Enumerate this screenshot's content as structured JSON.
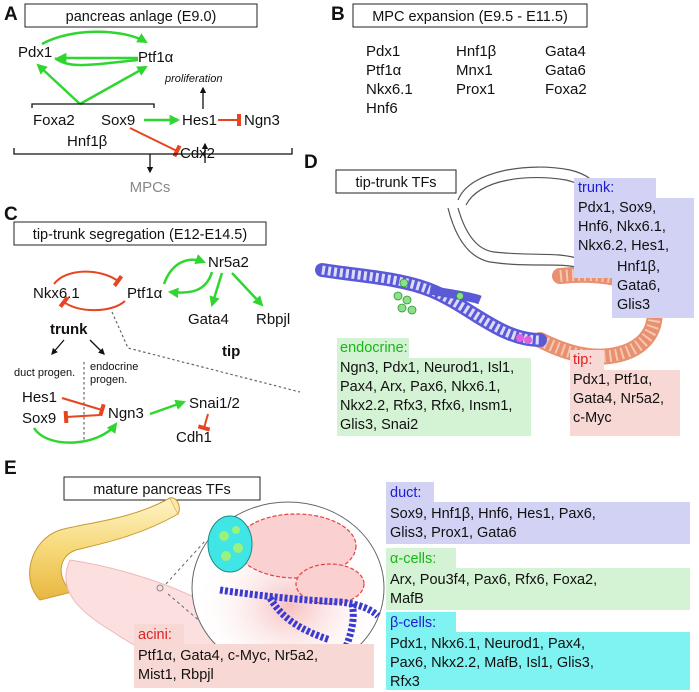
{
  "panels": {
    "A": {
      "label": "A",
      "title": "pancreas anlage (E9.0)",
      "genes": {
        "pdx1": "Pdx1",
        "ptf1a": "Ptf1α",
        "foxa2": "Foxa2",
        "sox9": "Sox9",
        "hnf1b": "Hnf1β",
        "hes1": "Hes1",
        "ngn3": "Ngn3",
        "cdx2": "Cdx2"
      },
      "proliferation": "proliferation",
      "mpcs": "MPCs"
    },
    "B": {
      "label": "B",
      "title": "MPC expansion (E9.5 - E11.5)",
      "columns": [
        [
          "Pdx1",
          "Ptf1α",
          "Nkx6.1",
          "Hnf6"
        ],
        [
          "Hnf1β",
          "Mnx1",
          "Prox1"
        ],
        [
          "Gata4",
          "Gata6",
          "Foxa2"
        ]
      ]
    },
    "C": {
      "label": "C",
      "title": "tip-trunk segregation (E12-E14.5)",
      "genes": {
        "nkx61": "Nkx6.1",
        "ptf1a": "Ptf1α",
        "nr5a2": "Nr5a2",
        "gata4": "Gata4",
        "rbpjl": "Rbpjl",
        "hes1": "Hes1",
        "sox9": "Sox9",
        "ngn3": "Ngn3",
        "snai12": "Snai1/2",
        "cdh1": "Cdh1"
      },
      "trunk": "trunk",
      "tip": "tip",
      "duct_progen": "duct progen.",
      "endocrine_progen_1": "endocrine",
      "endocrine_progen_2": "progen."
    },
    "D": {
      "label": "D",
      "title": "tip-trunk TFs",
      "trunk": {
        "heading": "trunk:",
        "lines": [
          "Pdx1, Sox9,",
          "Hnf6, Nkx6.1,",
          "Nkx6.2, Hes1,",
          "Hnf1β,",
          "Gata6,",
          "Glis3"
        ]
      },
      "endocrine": {
        "heading": "endocrine:",
        "lines": [
          "Ngn3, Pdx1, Neurod1, Isl1,",
          "Pax4, Arx, Pax6, Nkx6.1,",
          "Nkx2.2, Rfx3, Rfx6, Insm1,",
          "Glis3, Snai2"
        ]
      },
      "tip": {
        "heading": "tip:",
        "lines": [
          "Pdx1, Ptf1α,",
          "Gata4, Nr5a2,",
          "c-Myc"
        ]
      }
    },
    "E": {
      "label": "E",
      "title": "mature pancreas TFs",
      "duct": {
        "heading": "duct:",
        "lines": [
          "Sox9, Hnf1β, Hnf6, Hes1, Pax6,",
          "Glis3, Prox1, Gata6"
        ]
      },
      "alpha": {
        "heading": "α-cells:",
        "lines": [
          "Arx, Pou3f4, Pax6, Rfx6, Foxa2,",
          "MafB"
        ]
      },
      "beta": {
        "heading": "β-cells:",
        "lines": [
          "Pdx1, Nkx6.1, Neurod1, Pax4,",
          "Pax6, Nkx2.2, MafB, Isl1, Glis3,",
          "Rfx3"
        ]
      },
      "acini": {
        "heading": "acini:",
        "lines": [
          "Ptf1α, Gata4,  c-Myc, Nr5a2,",
          "Mist1, Rbpjl"
        ]
      }
    }
  },
  "colors": {
    "activation": "#2fd62f",
    "inhibition": "#e84420",
    "trunk_bg": "#d2d2f4",
    "endocrine_bg": "#d4f2d4",
    "tip_bg": "#f8d8d4",
    "beta_bg": "#7ff2f2",
    "trunk_heading": "#1c1cd2",
    "endocrine_heading": "#15b815",
    "tip_heading": "#e02020",
    "mpcs": "#888888"
  }
}
